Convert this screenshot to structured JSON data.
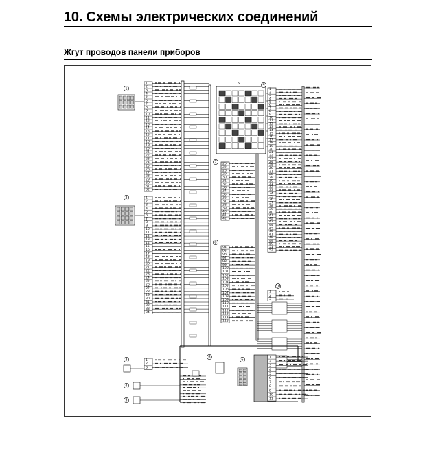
{
  "header": {
    "title": "10. Схемы электрических соединений"
  },
  "section": {
    "title": "Жгут проводов панели приборов"
  },
  "diagram": {
    "connectors": [
      {
        "id": "c1",
        "callout": "1",
        "pins": [
          "1",
          "2",
          "3",
          "4",
          "5",
          "6",
          "7",
          "8",
          "9",
          "10",
          "11",
          "12",
          "13",
          "14",
          "15",
          "16",
          "17",
          "18",
          "19",
          "20",
          "21",
          "22",
          "23",
          "24",
          "25",
          "26",
          "27",
          "28",
          "29",
          "30",
          "31",
          "32"
        ]
      },
      {
        "id": "c2",
        "callout": "2",
        "pins": [
          "1",
          "2",
          "3",
          "4",
          "5",
          "6",
          "7",
          "8",
          "9",
          "10",
          "11",
          "12",
          "13",
          "14",
          "15",
          "16",
          "17",
          "18",
          "19",
          "20",
          "21",
          "22",
          "23",
          "24",
          "25",
          "26",
          "27",
          "28",
          "29",
          "30",
          "31",
          "32",
          "33",
          "34"
        ]
      },
      {
        "id": "c7",
        "callout": "7",
        "pins": [
          "26",
          "26",
          "28",
          "29",
          "30",
          "31",
          "32",
          "33",
          "34",
          "35",
          "36",
          "37",
          "38",
          "39",
          "40",
          "41",
          "42"
        ]
      },
      {
        "id": "c8",
        "callout": "8",
        "pins": [
          "94",
          "95",
          "96",
          "97",
          "98",
          "99",
          "100",
          "101",
          "102",
          "103",
          "104",
          "105",
          "106",
          "107",
          "108",
          "109",
          "110",
          "111",
          "112",
          "113",
          "114",
          "115"
        ]
      },
      {
        "id": "c9",
        "callout": "9",
        "pins": [
          "1",
          "2",
          "3",
          "4",
          "5",
          "6",
          "7",
          "8",
          "9",
          "10",
          "11",
          "12",
          "13",
          "14",
          "15",
          "16",
          "17",
          "18",
          "19",
          "20",
          "21",
          "22",
          "23",
          "24",
          "25",
          "26",
          "27",
          "28",
          "29",
          "30",
          "31",
          "32",
          "33",
          "34",
          "35",
          "36",
          "37",
          "38",
          "39",
          "40",
          "41",
          "42",
          "43",
          "44",
          "45",
          "46",
          "47",
          "48",
          "49",
          "50",
          "51",
          "52"
        ]
      },
      {
        "id": "c10",
        "callout": "10",
        "pins": [
          "1",
          "2",
          "3"
        ]
      },
      {
        "id": "c6",
        "callout": "6",
        "pins": [
          "1",
          "2",
          "3",
          "4",
          "5",
          "6",
          "7",
          "8",
          "9",
          "10",
          "11"
        ]
      },
      {
        "id": "c3",
        "callout": "3",
        "pins": [
          "1",
          "2",
          "3"
        ]
      },
      {
        "id": "c4",
        "callout": "4",
        "pins": []
      },
      {
        "id": "c5",
        "callout": "5",
        "pins": []
      }
    ],
    "fuse_block_label": "5",
    "callouts_small": [
      "5",
      "6"
    ]
  }
}
